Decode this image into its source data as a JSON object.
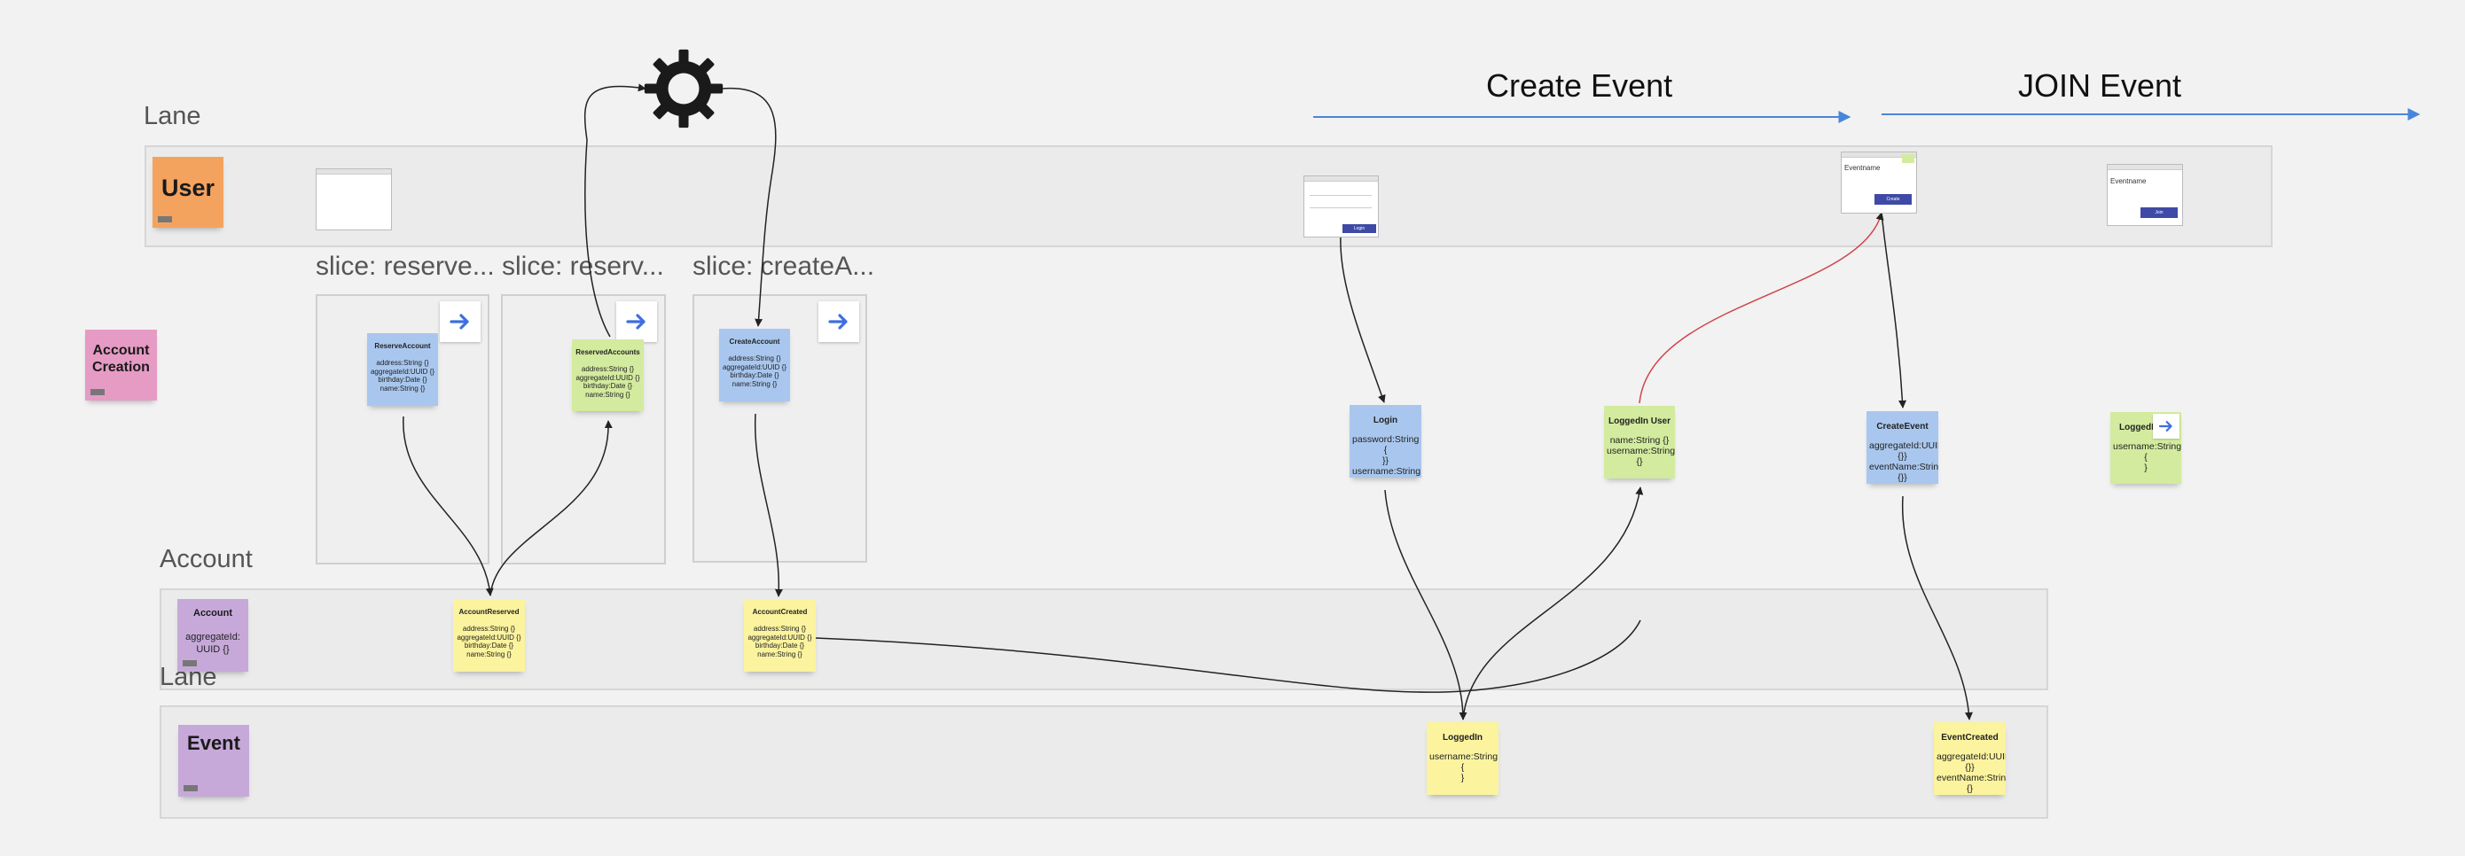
{
  "flows": [
    {
      "label": "Create Event",
      "color": "#4a86d8"
    },
    {
      "label": "JOIN Event",
      "color": "#4a86d8"
    }
  ],
  "lanes": {
    "user": {
      "title": "Lane",
      "role": "User"
    },
    "account": {
      "title": "Account",
      "role": "Account",
      "role_body": "aggregateId: UUID {}"
    },
    "event": {
      "title": "Lane",
      "role": "Event"
    }
  },
  "side_note": {
    "label": "Account Creation"
  },
  "slices": [
    {
      "title": "slice: reserve..."
    },
    {
      "title": "slice: reserv..."
    },
    {
      "title": "slice: createA..."
    }
  ],
  "commands": [
    {
      "title": "ReserveAccount",
      "body": "address:String {}\naggregateId:UUID {}\nbirthday:Date {}\nname:String {}"
    },
    {
      "title": "CreateAccount",
      "body": "address:String {}\naggregateId:UUID {}\nbirthday:Date {}\nname:String {}"
    },
    {
      "title": "Login",
      "body": "password:String {\n}}\nusername:String {\n}}"
    },
    {
      "title": "CreateEvent",
      "body": "aggregateId:UUID\n{}}\neventName:String\n{}}"
    }
  ],
  "read_models": [
    {
      "title": "ReservedAccounts",
      "body": "address:String {}\naggregateId:UUID {}\nbirthday:Date {}\nname:String {}"
    },
    {
      "title": "LoggedIn User",
      "body": "name:String {}\nusername:String\n{}"
    },
    {
      "title": "LoggedIn",
      "body": "username:String {\n}"
    }
  ],
  "events": [
    {
      "title": "AccountReserved",
      "body": "address:String {}\naggregateId:UUID {}\nbirthday:Date {}\nname:String {}"
    },
    {
      "title": "AccountCreated",
      "body": "address:String {}\naggregateId:UUID {}\nbirthday:Date {}\nname:String {}"
    },
    {
      "title": "LoggedIn",
      "body": "username:String {\n}"
    },
    {
      "title": "EventCreated",
      "body": "aggregateId:UUID\n{}}\neventName:String\n{}"
    }
  ],
  "wireframes": {
    "create_label": "Eventname",
    "create_button": "Create",
    "join_label": "Eventname",
    "join_button": "Join",
    "login_button": "Login"
  },
  "colors": {
    "connector": "#222222",
    "highlight_connector": "#d0454a",
    "flow_arrow": "#4a86d8",
    "slice_arrow": "#3d6fe0"
  },
  "icons": {
    "automation": "gear-icon",
    "slice_nav": "arrow-right-icon"
  }
}
